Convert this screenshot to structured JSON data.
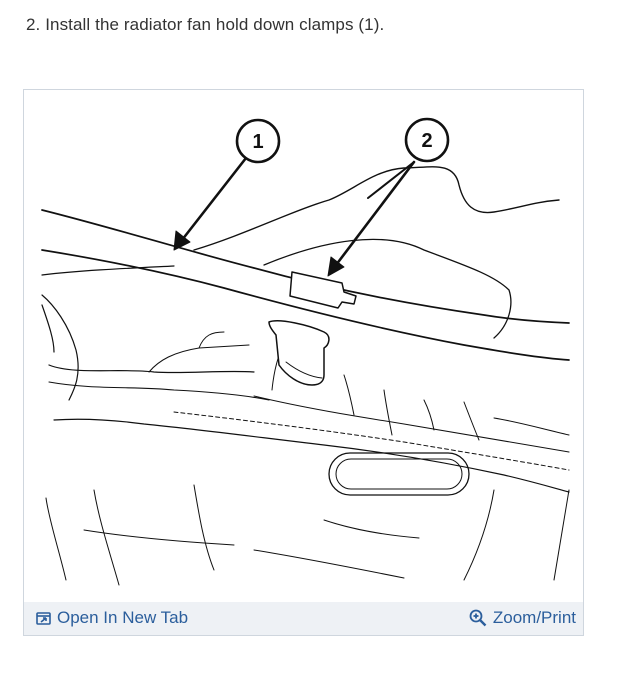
{
  "step": {
    "text": "2. Install the radiator fan hold down clamps (1)."
  },
  "figure": {
    "callouts": [
      "1",
      "2"
    ],
    "open_tab_label": "Open In New Tab",
    "zoom_label": "Zoom/Print",
    "icons": {
      "open_tab": "open-new-tab-icon",
      "zoom": "zoom-in-icon"
    },
    "colors": {
      "link": "#2b5e9c",
      "toolbar_bg": "#eef1f5",
      "frame_border": "#cfd6de",
      "text": "#333333"
    }
  }
}
